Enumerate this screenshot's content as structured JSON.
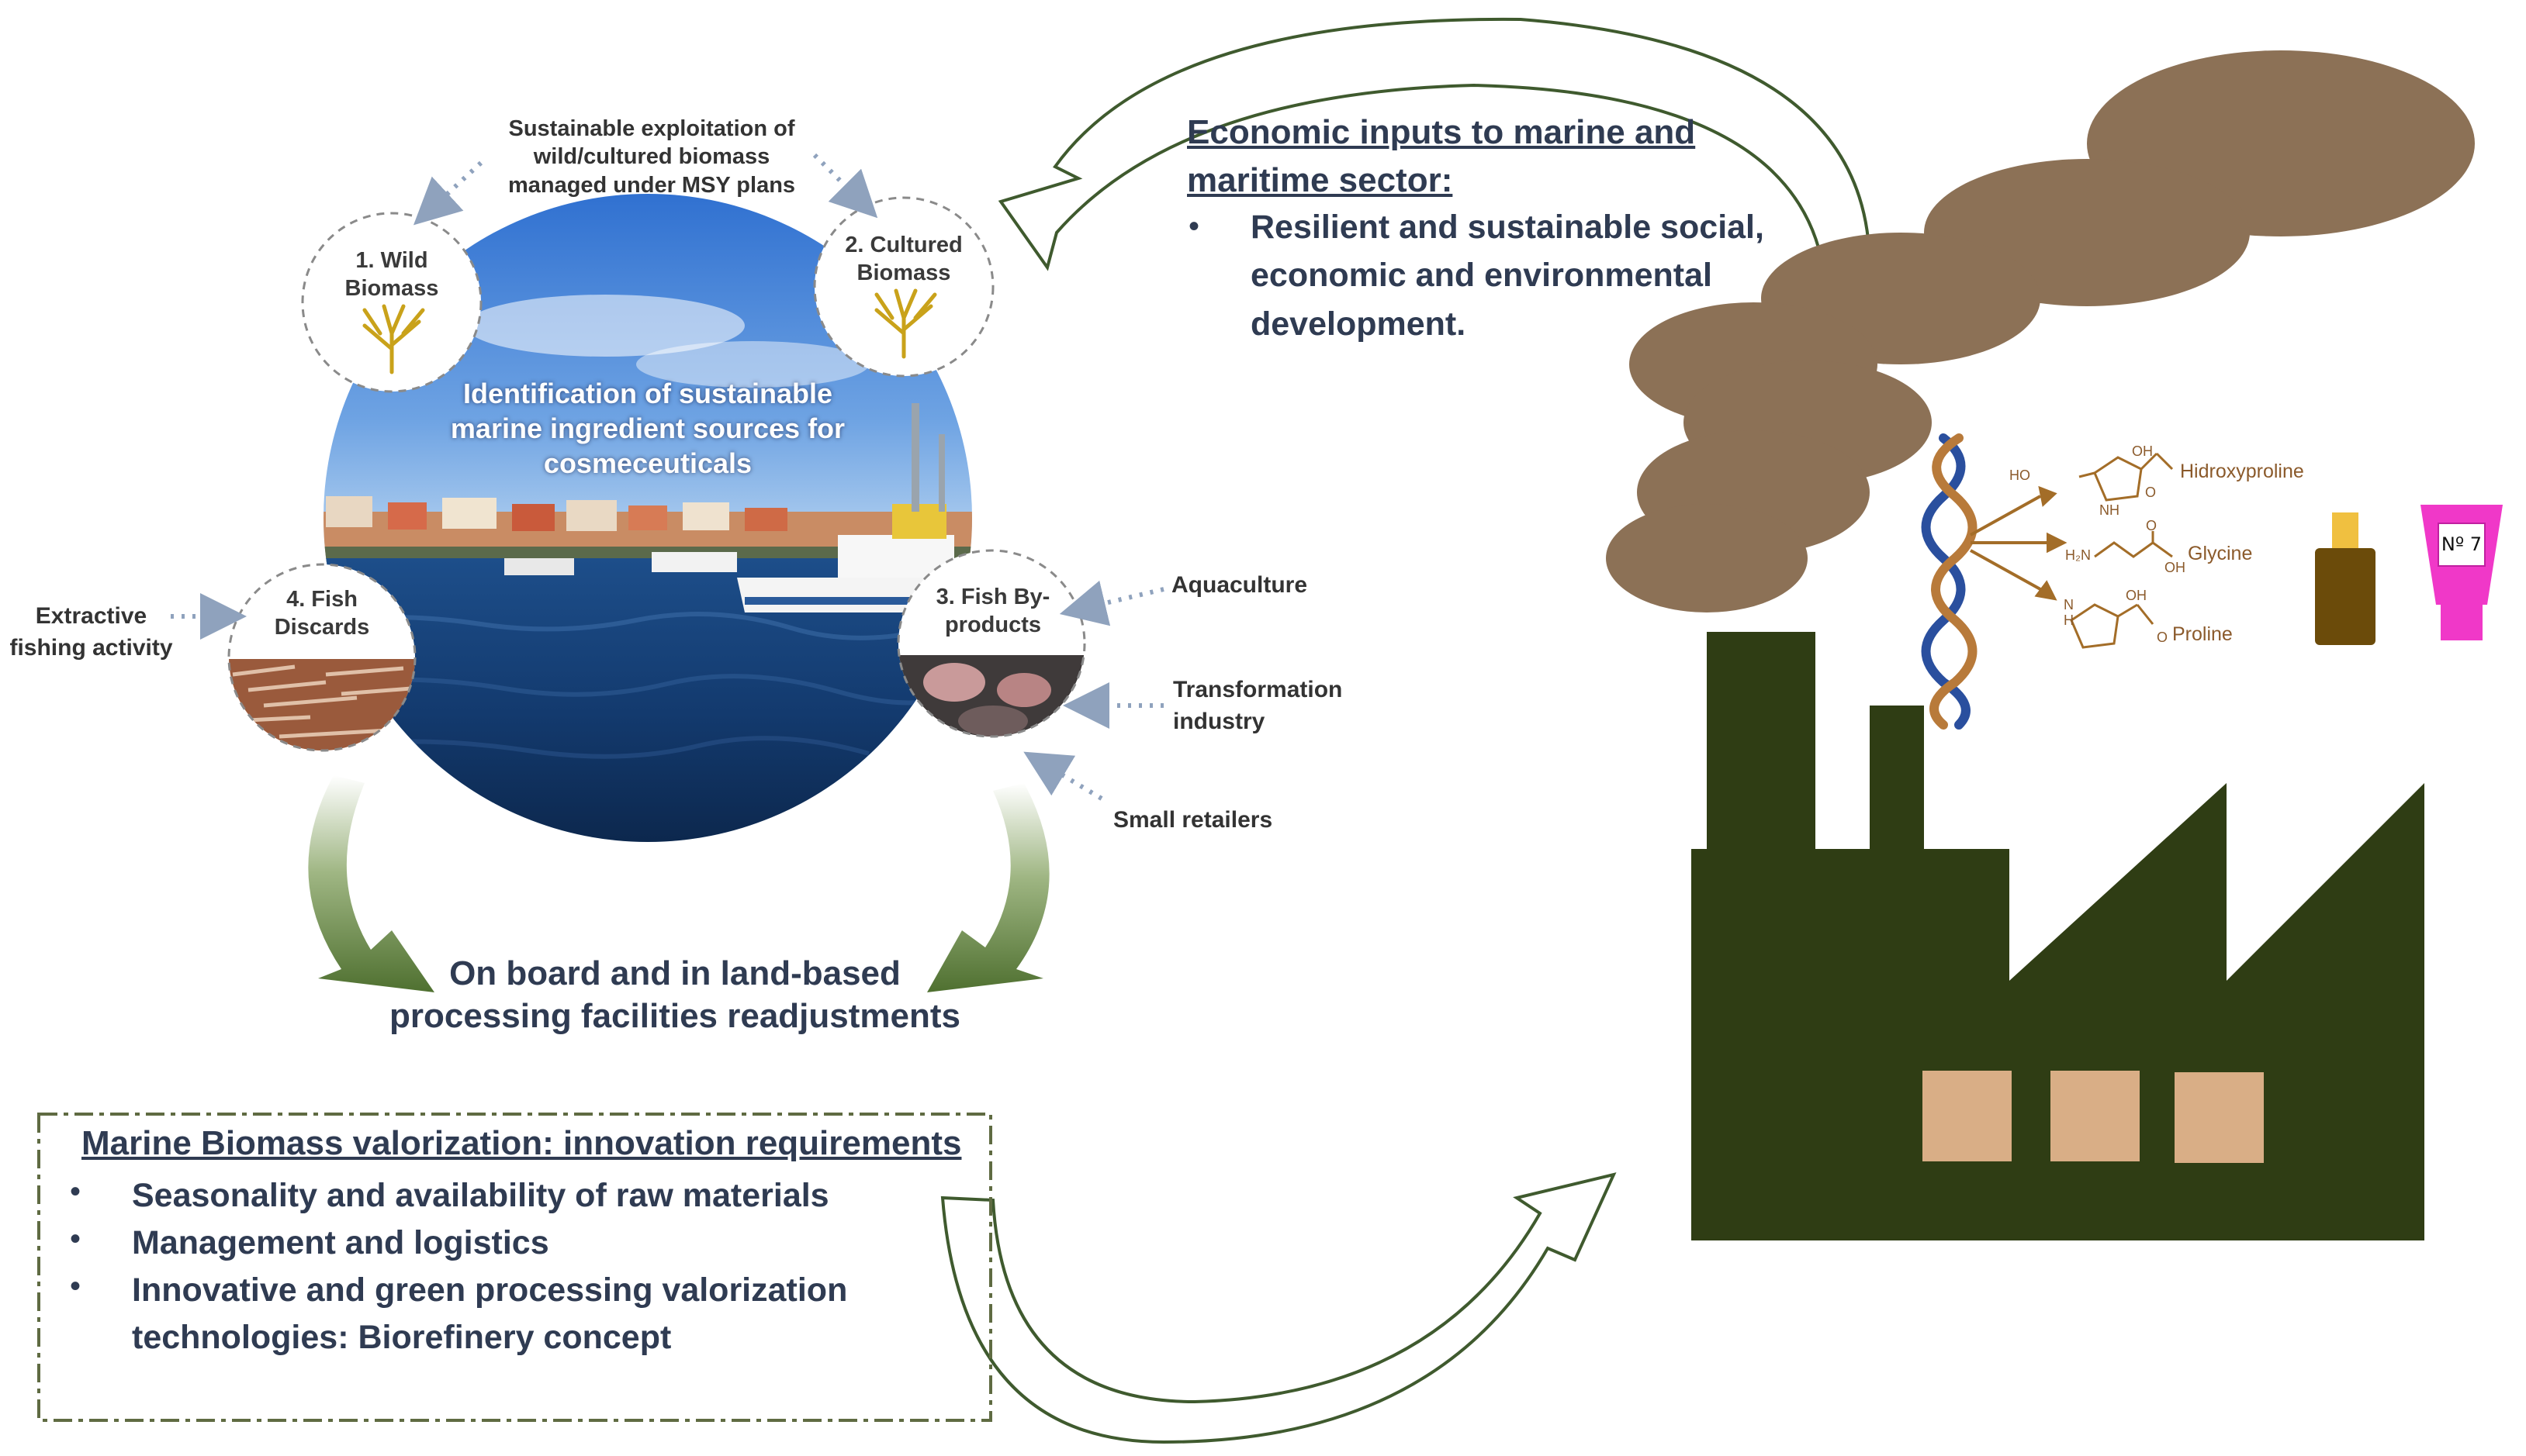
{
  "top_note": "Sustainable exploitation of wild/cultured biomass managed under MSY plans",
  "center_title": "Identification of sustainable marine ingredient sources for cosmeceuticals",
  "nodes": {
    "wild": "1. Wild Biomass",
    "cultured": "2. Cultured Biomass",
    "byproducts": "3. Fish By-products",
    "discards": "4. Fish Discards"
  },
  "side_labels": {
    "extractive": "Extractive fishing activity",
    "aquaculture": "Aquaculture",
    "transformation": "Transformation industry",
    "retailers": "Small retailers"
  },
  "process_text": "On board and in land-based processing facilities readjustments",
  "economic": {
    "title": "Economic inputs to marine and maritime sector:",
    "items": [
      "Resilient and sustainable social, economic and environmental development."
    ]
  },
  "valorization": {
    "title": "Marine Biomass valorization: innovation requirements",
    "items": [
      "Seasonality and availability of raw materials",
      "Management and logistics",
      "Innovative and green processing valorization technologies: Biorefinery concept"
    ]
  },
  "amino_acids": [
    "Hidroxyproline",
    "Glycine",
    "Proline"
  ],
  "molecule_labels": {
    "hydroxyproline_ho": "HO",
    "hydroxyproline_oh": "OH",
    "hydroxyproline_nh": "NH",
    "hydroxyproline_o": "O",
    "glycine_h2n": "H₂N",
    "glycine_oh": "OH",
    "glycine_o": "O",
    "proline_n": "N",
    "proline_h": "H",
    "proline_oh": "OH",
    "proline_o": "O"
  },
  "tube_label": "Nº 7",
  "colors": {
    "factory": "#2f3d14",
    "windows": "#d9ae86",
    "smoke": "#8c7156",
    "arrow_green": "#5d7d3a",
    "text": "#2f3b52",
    "bottle": "#6b4b0a",
    "bottle_cap": "#f0c040",
    "tube": "#f038c8"
  }
}
